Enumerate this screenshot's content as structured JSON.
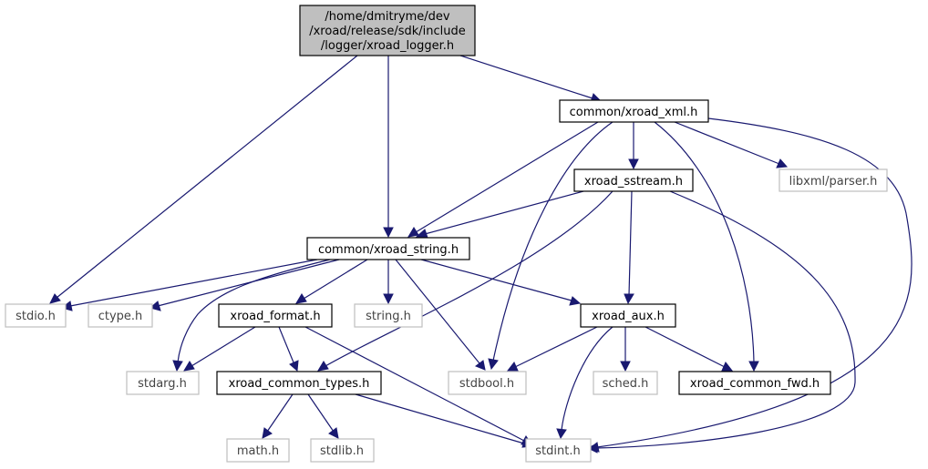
{
  "diagram": {
    "root": {
      "lines": [
        "/home/dmitryme/dev",
        "/xroad/release/sdk/include",
        "/logger/xroad_logger.h"
      ],
      "fill": "#bfbfbf"
    },
    "nodes": {
      "xml": "common/xroad_xml.h",
      "sstream": "xroad_sstream.h",
      "libxml": "libxml/parser.h",
      "string": "common/xroad_string.h",
      "stdio": "stdio.h",
      "ctype": "ctype.h",
      "format": "xroad_format.h",
      "stringh": "string.h",
      "aux": "xroad_aux.h",
      "stdarg": "stdarg.h",
      "types": "xroad_common_types.h",
      "stdbool": "stdbool.h",
      "sched": "sched.h",
      "fwd": "xroad_common_fwd.h",
      "math": "math.h",
      "stdlib": "stdlib.h",
      "stdint": "stdint.h"
    },
    "colors": {
      "edge": "#191970",
      "project_border": "#000000",
      "system_border": "#bfbfbf",
      "root_fill": "#bfbfbf"
    }
  }
}
